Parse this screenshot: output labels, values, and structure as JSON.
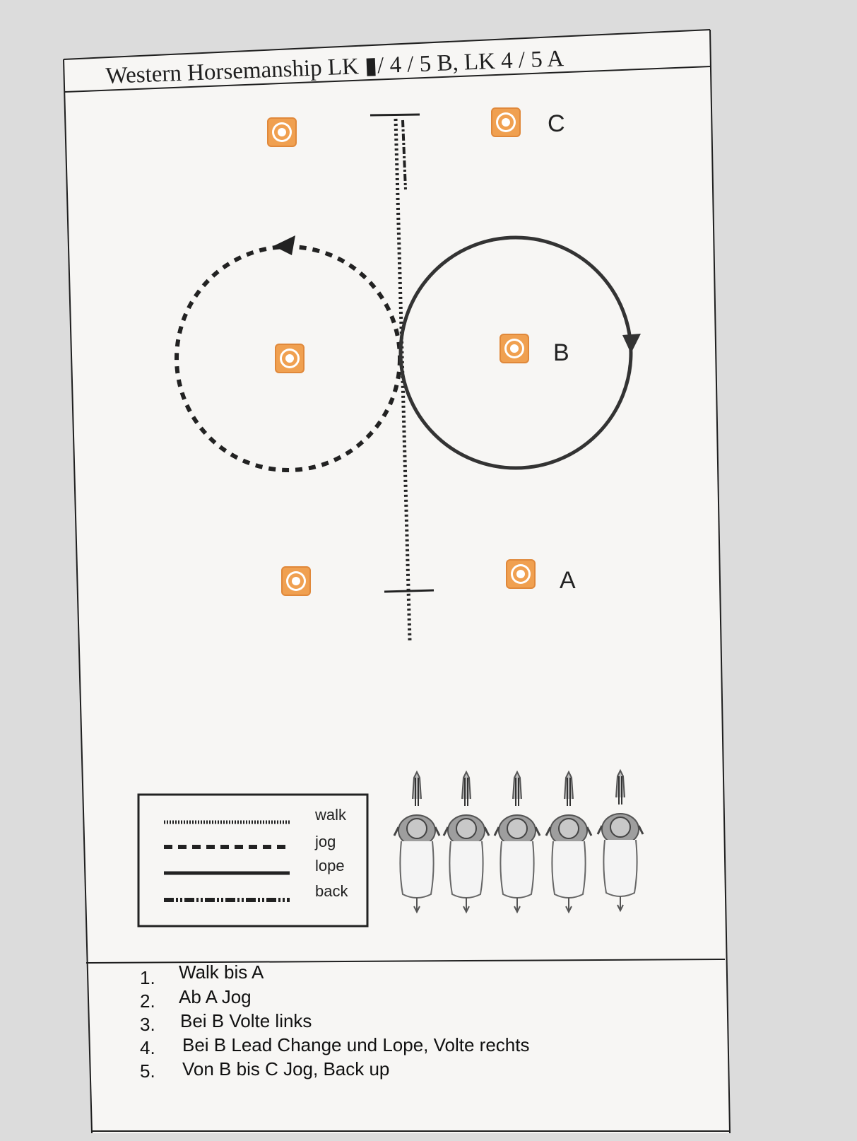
{
  "title": "Western Horsemanship LK ▮/ 4 / 5 B, LK 4 / 5 A",
  "markers": {
    "c": "C",
    "b": "B",
    "a": "A"
  },
  "legend": [
    {
      "label": "walk",
      "style": "walk"
    },
    {
      "label": "jog",
      "style": "jog"
    },
    {
      "label": "lope",
      "style": "lope"
    },
    {
      "label": "back",
      "style": "back"
    }
  ],
  "horse_count": 5,
  "instructions": [
    {
      "num": "1.",
      "text": "Walk bis A"
    },
    {
      "num": "2.",
      "text": "Ab A Jog"
    },
    {
      "num": "3.",
      "text": "Bei B Volte links"
    },
    {
      "num": "4.",
      "text": "Bei B Lead Change und Lope, Volte rechts"
    },
    {
      "num": "5.",
      "text": "Von B bis C Jog, Back up"
    }
  ],
  "colors": {
    "paper": "#f7f6f4",
    "ink": "#1f1f1f",
    "cone_orange": "#f0a050",
    "background": "#dcdcdc"
  }
}
